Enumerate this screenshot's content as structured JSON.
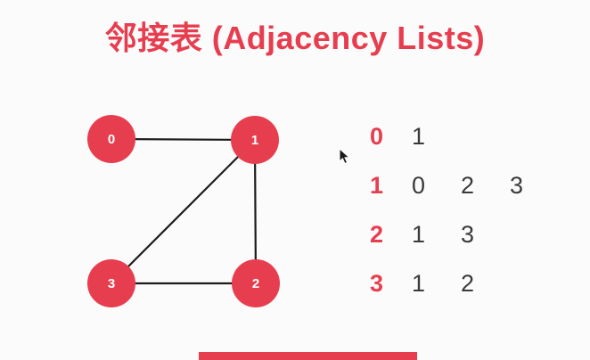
{
  "title": "邻接表 (Adjacency Lists)",
  "colors": {
    "accent": "#e73e4f",
    "edge": "#1b1b1b",
    "background": "#fcfbfb",
    "list_text": "#3a3a3a"
  },
  "graph": {
    "nodes": [
      {
        "id": "0"
      },
      {
        "id": "1"
      },
      {
        "id": "2"
      },
      {
        "id": "3"
      }
    ],
    "edges": [
      "0-1",
      "1-2",
      "1-3",
      "3-2"
    ]
  },
  "adjacency": {
    "rows": [
      {
        "vertex": "0",
        "neighbors": [
          "1"
        ]
      },
      {
        "vertex": "1",
        "neighbors": [
          "0",
          "2",
          "3"
        ]
      },
      {
        "vertex": "2",
        "neighbors": [
          "1",
          "3"
        ]
      },
      {
        "vertex": "3",
        "neighbors": [
          "1",
          "2"
        ]
      }
    ]
  }
}
